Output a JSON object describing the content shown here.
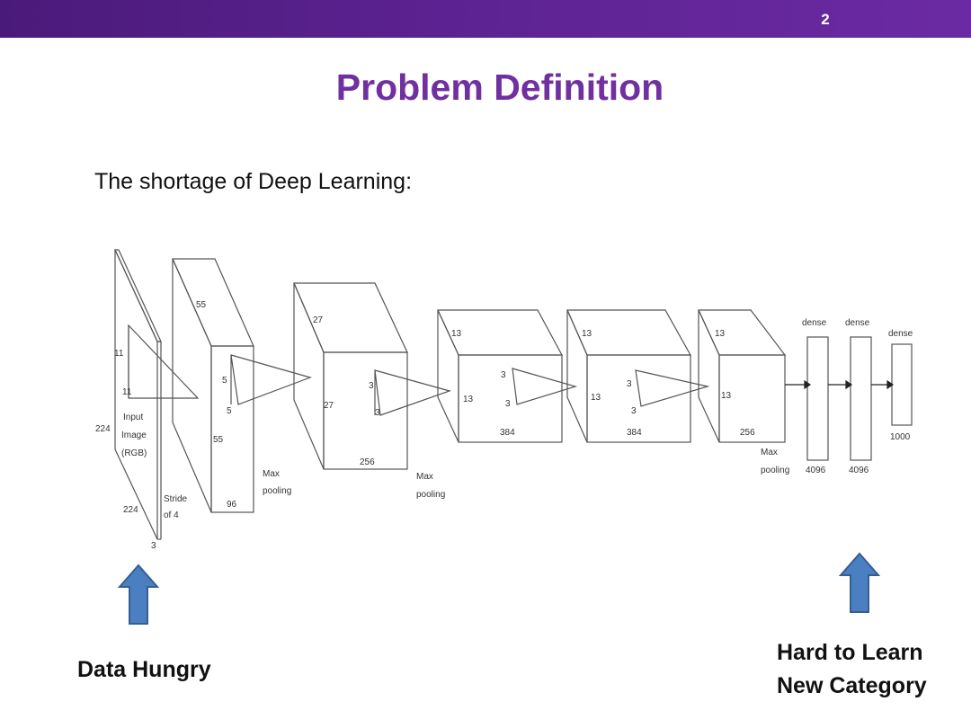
{
  "slide": {
    "page_number": "2",
    "title": "Problem Definition",
    "subtitle": "The shortage of Deep Learning:",
    "left_caption": "Data Hungry",
    "right_caption_line1": "Hard to Learn",
    "right_caption_line2": "New Category",
    "colors": {
      "header_bar": "#5e2393",
      "title": "#7030a0",
      "arrow_fill": "#4a7fc1",
      "arrow_stroke": "#355f94"
    }
  },
  "diagram": {
    "input": {
      "size_label": "224",
      "depth_label": "3",
      "kernel": "11",
      "name_line1": "Input",
      "name_line2": "Image",
      "name_line3": "(RGB)",
      "stride_line1": "Stride",
      "stride_line2": "of 4"
    },
    "conv1": {
      "size": "55",
      "kernel": "5",
      "depth": "96"
    },
    "conv2": {
      "size": "27",
      "kernel": "3",
      "depth": "256"
    },
    "conv3": {
      "size": "13",
      "kernel": "3",
      "depth": "384"
    },
    "conv4": {
      "size": "13",
      "kernel": "3",
      "depth": "384"
    },
    "conv5": {
      "size": "13",
      "depth": "256"
    },
    "pool_line1": "Max",
    "pool_line2": "pooling",
    "dense_label": "dense",
    "fc1": "4096",
    "fc2": "4096",
    "fc3": "1000"
  }
}
